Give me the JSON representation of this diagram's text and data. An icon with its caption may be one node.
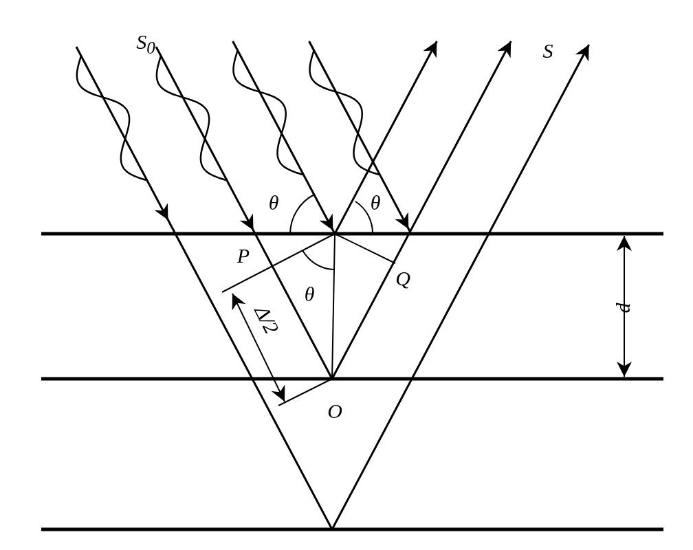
{
  "diagram": {
    "labels": [
      "S$_{0}$",
      "S",
      "θ",
      "θ",
      "P",
      "θ",
      "Q",
      "Δ/2",
      "d",
      "O"
    ]
  }
}
